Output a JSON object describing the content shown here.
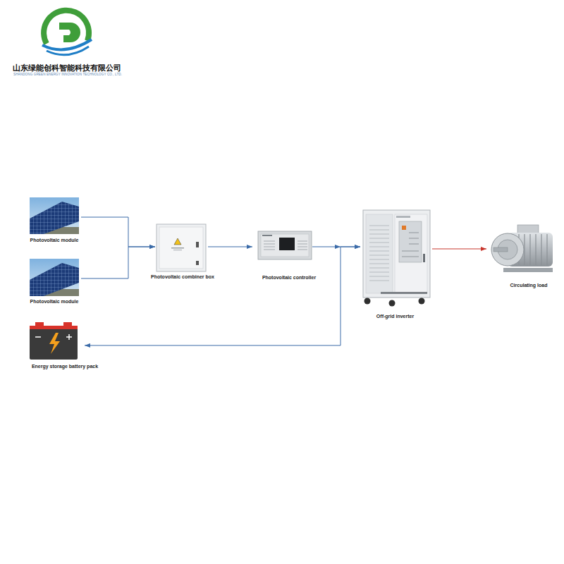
{
  "diagram": {
    "nodes": [
      {
        "text": [
          "Photovoltaic module"
        ]
      },
      {
        "text": [
          "Photovoltaic module"
        ]
      },
      {
        "text": [
          "Energy storage battery pack"
        ]
      },
      {
        "text": [
          "Photovoltaic combiner box"
        ]
      },
      {
        "text": [
          "Photovoltaic controller"
        ]
      },
      {
        "text": [
          "Off-grid inverter"
        ]
      },
      {
        "text": [
          "Circulating load"
        ]
      }
    ],
    "edges": [
      {
        "from": 0,
        "to": 3,
        "arrow": "to"
      },
      {
        "from": 1,
        "to": 3,
        "arrow": "to"
      },
      {
        "from": 3,
        "to": 4,
        "arrow": "to"
      },
      {
        "from": 4,
        "to": 5,
        "arrow": "to"
      },
      {
        "from": 2,
        "to": 5,
        "arrow": "both"
      },
      {
        "from": 5,
        "to": 6,
        "arrow": "to"
      }
    ],
    "labels": [
      "山东绿能创科智能科技有限公司",
      "SHANDONG GREEN ENERGY INNOVATION TECHNOLOGY CO., LTD."
    ]
  }
}
